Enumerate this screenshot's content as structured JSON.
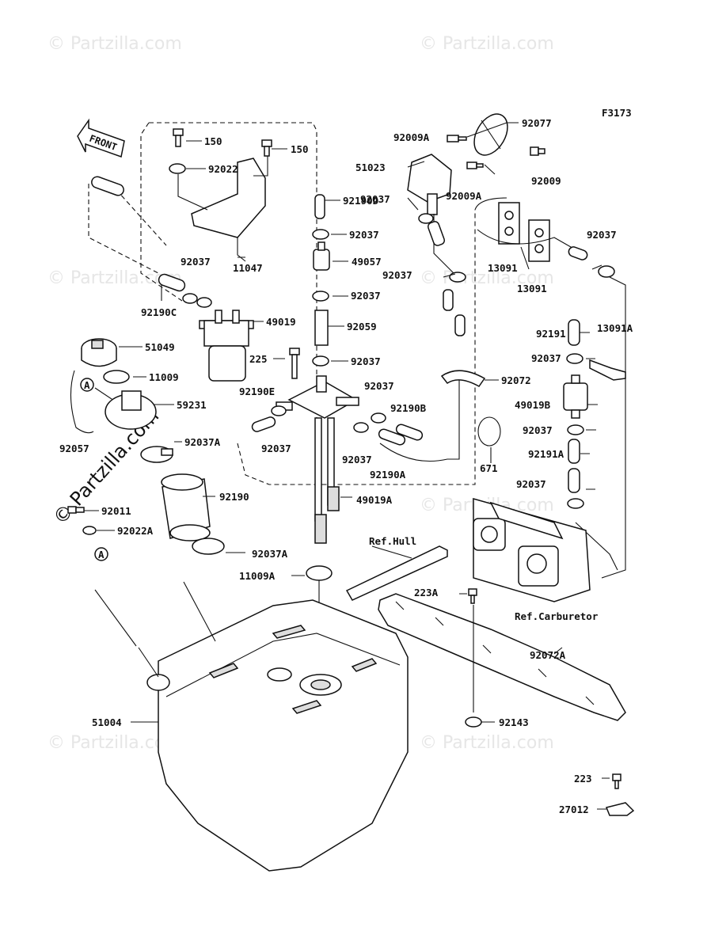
{
  "figure_code": "F3173",
  "front_label": "FRONT",
  "watermarks": {
    "brand": "© Partzilla.com",
    "center": "© Partzilla.com"
  },
  "labels": {
    "l150a": "150",
    "l150b": "150",
    "l92022": "92022",
    "l92190D": "92190D",
    "l92037_a": "92037",
    "l11047": "11047",
    "l49057": "49057",
    "l92037_b": "92037",
    "l92190C": "92190C",
    "l92037_c": "92037",
    "l49019": "49019",
    "l92059": "92059",
    "l51049": "51049",
    "l225": "225",
    "l92037_d": "92037",
    "l11009": "11009",
    "l92190E": "92190E",
    "l92037_e": "92037",
    "l59231": "59231",
    "l92190B": "92190B",
    "l92037_f": "92037",
    "l92037_g": "92037",
    "l92057": "92057",
    "l92037A_a": "92037A",
    "l92190A": "92190A",
    "l92190": "92190",
    "l49019A": "49019A",
    "l92011": "92011",
    "l92022A": "92022A",
    "l92037A_b": "92037A",
    "l11009A": "11009A",
    "l51004": "51004",
    "l92009A_a": "92009A",
    "l92077": "92077",
    "l51023": "51023",
    "l92009A_b": "92009A",
    "l92009": "92009",
    "l92037_h": "92037",
    "l92037_i": "92037",
    "l13091_a": "13091",
    "l13091_b": "13091",
    "l92037_j": "92037",
    "l92191": "92191",
    "l13091A": "13091A",
    "l92037_k": "92037",
    "l92072": "92072",
    "l49019B": "49019B",
    "l92037_l": "92037",
    "l671": "671",
    "l92191A": "92191A",
    "l92037_m": "92037",
    "lRefHull": "Ref.Hull",
    "l223A": "223A",
    "lRefCarb": "Ref.Carburetor",
    "l92072A": "92072A",
    "l92143": "92143",
    "l223": "223",
    "l27012": "27012",
    "lA1": "A",
    "lA2": "A"
  }
}
